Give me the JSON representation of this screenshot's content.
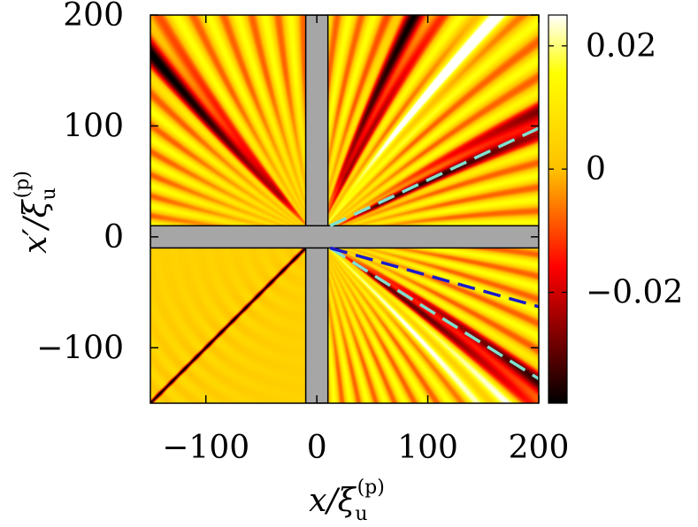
{
  "chart_data": {
    "type": "heatmap",
    "title": "",
    "xlabel": {
      "main": "x/ξ",
      "sub": "u",
      "sup": "(p)"
    },
    "ylabel": {
      "main": "x′/ξ",
      "sub": "u",
      "sup": "(p)"
    },
    "xlim": [
      -150,
      200
    ],
    "ylim": [
      -150,
      200
    ],
    "x_ticks": [
      -100,
      0,
      100,
      200
    ],
    "y_ticks": [
      -100,
      0,
      100,
      200
    ],
    "x_tick_labels": [
      "−100",
      "0",
      "100",
      "200"
    ],
    "y_tick_labels": [
      "−100",
      "0",
      "100",
      "200"
    ],
    "color_range": [
      -0.038,
      0.025
    ],
    "colorbar_ticks": [
      0.02,
      0,
      -0.02
    ],
    "colorbar_tick_labels": [
      "0.02",
      "0",
      "−0.02"
    ],
    "colormap": [
      "#000000",
      "#ff0000",
      "#ffc000",
      "#ffff00",
      "#ffffff"
    ],
    "masked_band": {
      "half_width": 10,
      "color": "#a6a6a6"
    },
    "overlay_lines": [
      {
        "name": "",
        "color": "#7fe0d0",
        "style": "dashed",
        "x": [
          12,
          200
        ],
        "y": [
          10,
          98
        ]
      },
      {
        "name": "",
        "color": "#7fe0d0",
        "style": "dashed",
        "x": [
          12,
          200
        ],
        "y": [
          -10,
          -128
        ]
      },
      {
        "name": "",
        "color": "#1a1acc",
        "style": "dashed",
        "x": [
          12,
          200
        ],
        "y": [
          -10,
          -63
        ]
      }
    ],
    "grid": false,
    "legend": "none"
  }
}
